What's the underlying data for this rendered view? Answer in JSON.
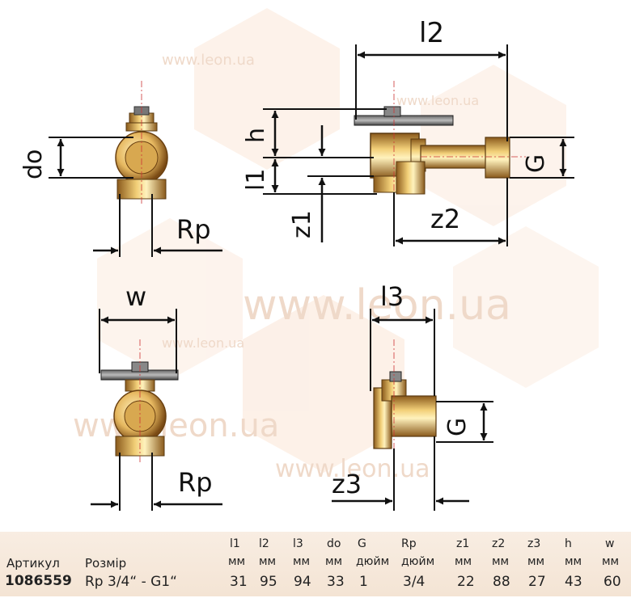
{
  "drawing": {
    "watermark": "www.leon.ua",
    "dim_labels": {
      "l2": "l2",
      "h": "h",
      "l1": "l1",
      "z1": "z1",
      "z2": "z2",
      "g": "G",
      "do": "do",
      "rp": "Rp",
      "w": "w",
      "l3": "l3",
      "z3": "z3"
    }
  },
  "spec_table": {
    "col_article": "Артикул",
    "col_size": "Розмір",
    "columns": [
      {
        "key": "l1",
        "name": "l1",
        "unit": "мм",
        "value": "31"
      },
      {
        "key": "l2",
        "name": "l2",
        "unit": "мм",
        "value": "95"
      },
      {
        "key": "l3",
        "name": "l3",
        "unit": "мм",
        "value": "94"
      },
      {
        "key": "do",
        "name": "do",
        "unit": "мм",
        "value": "33"
      },
      {
        "key": "G",
        "name": "G",
        "unit": "дюйм",
        "value": "1"
      },
      {
        "key": "Rp",
        "name": "Rp",
        "unit": "дюйм",
        "value": "3/4"
      },
      {
        "key": "z1",
        "name": "z1",
        "unit": "мм",
        "value": "22"
      },
      {
        "key": "z2",
        "name": "z2",
        "unit": "мм",
        "value": "88"
      },
      {
        "key": "z3",
        "name": "z3",
        "unit": "мм",
        "value": "27"
      },
      {
        "key": "h",
        "name": "h",
        "unit": "мм",
        "value": "43"
      },
      {
        "key": "w",
        "name": "w",
        "unit": "мм",
        "value": "60"
      }
    ],
    "row": {
      "article": "1086559",
      "size": "Rp 3/4“ - G1“"
    }
  }
}
